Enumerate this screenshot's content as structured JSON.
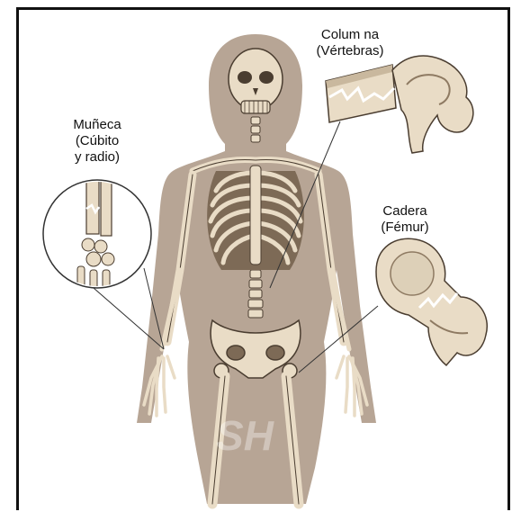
{
  "labels": {
    "spine": {
      "line1": "Colum na",
      "line2": "(Vértebras)"
    },
    "wrist": {
      "line1": "Muñeca",
      "line2": "(Cúbito",
      "line3": "y radio)"
    },
    "hip": {
      "line1": "Cadera",
      "line2": "(Fémur)"
    }
  },
  "watermark": "SH",
  "colors": {
    "silhouette": "#b7a595",
    "bone": "#e9dcc6",
    "bone_shadow": "#8e7a62",
    "bone_outline": "#4a3d30",
    "fracture": "#ffffff"
  },
  "icons": [
    "skeleton-figure",
    "vertebra-fracture-icon",
    "wrist-fracture-icon",
    "femur-fracture-icon"
  ]
}
